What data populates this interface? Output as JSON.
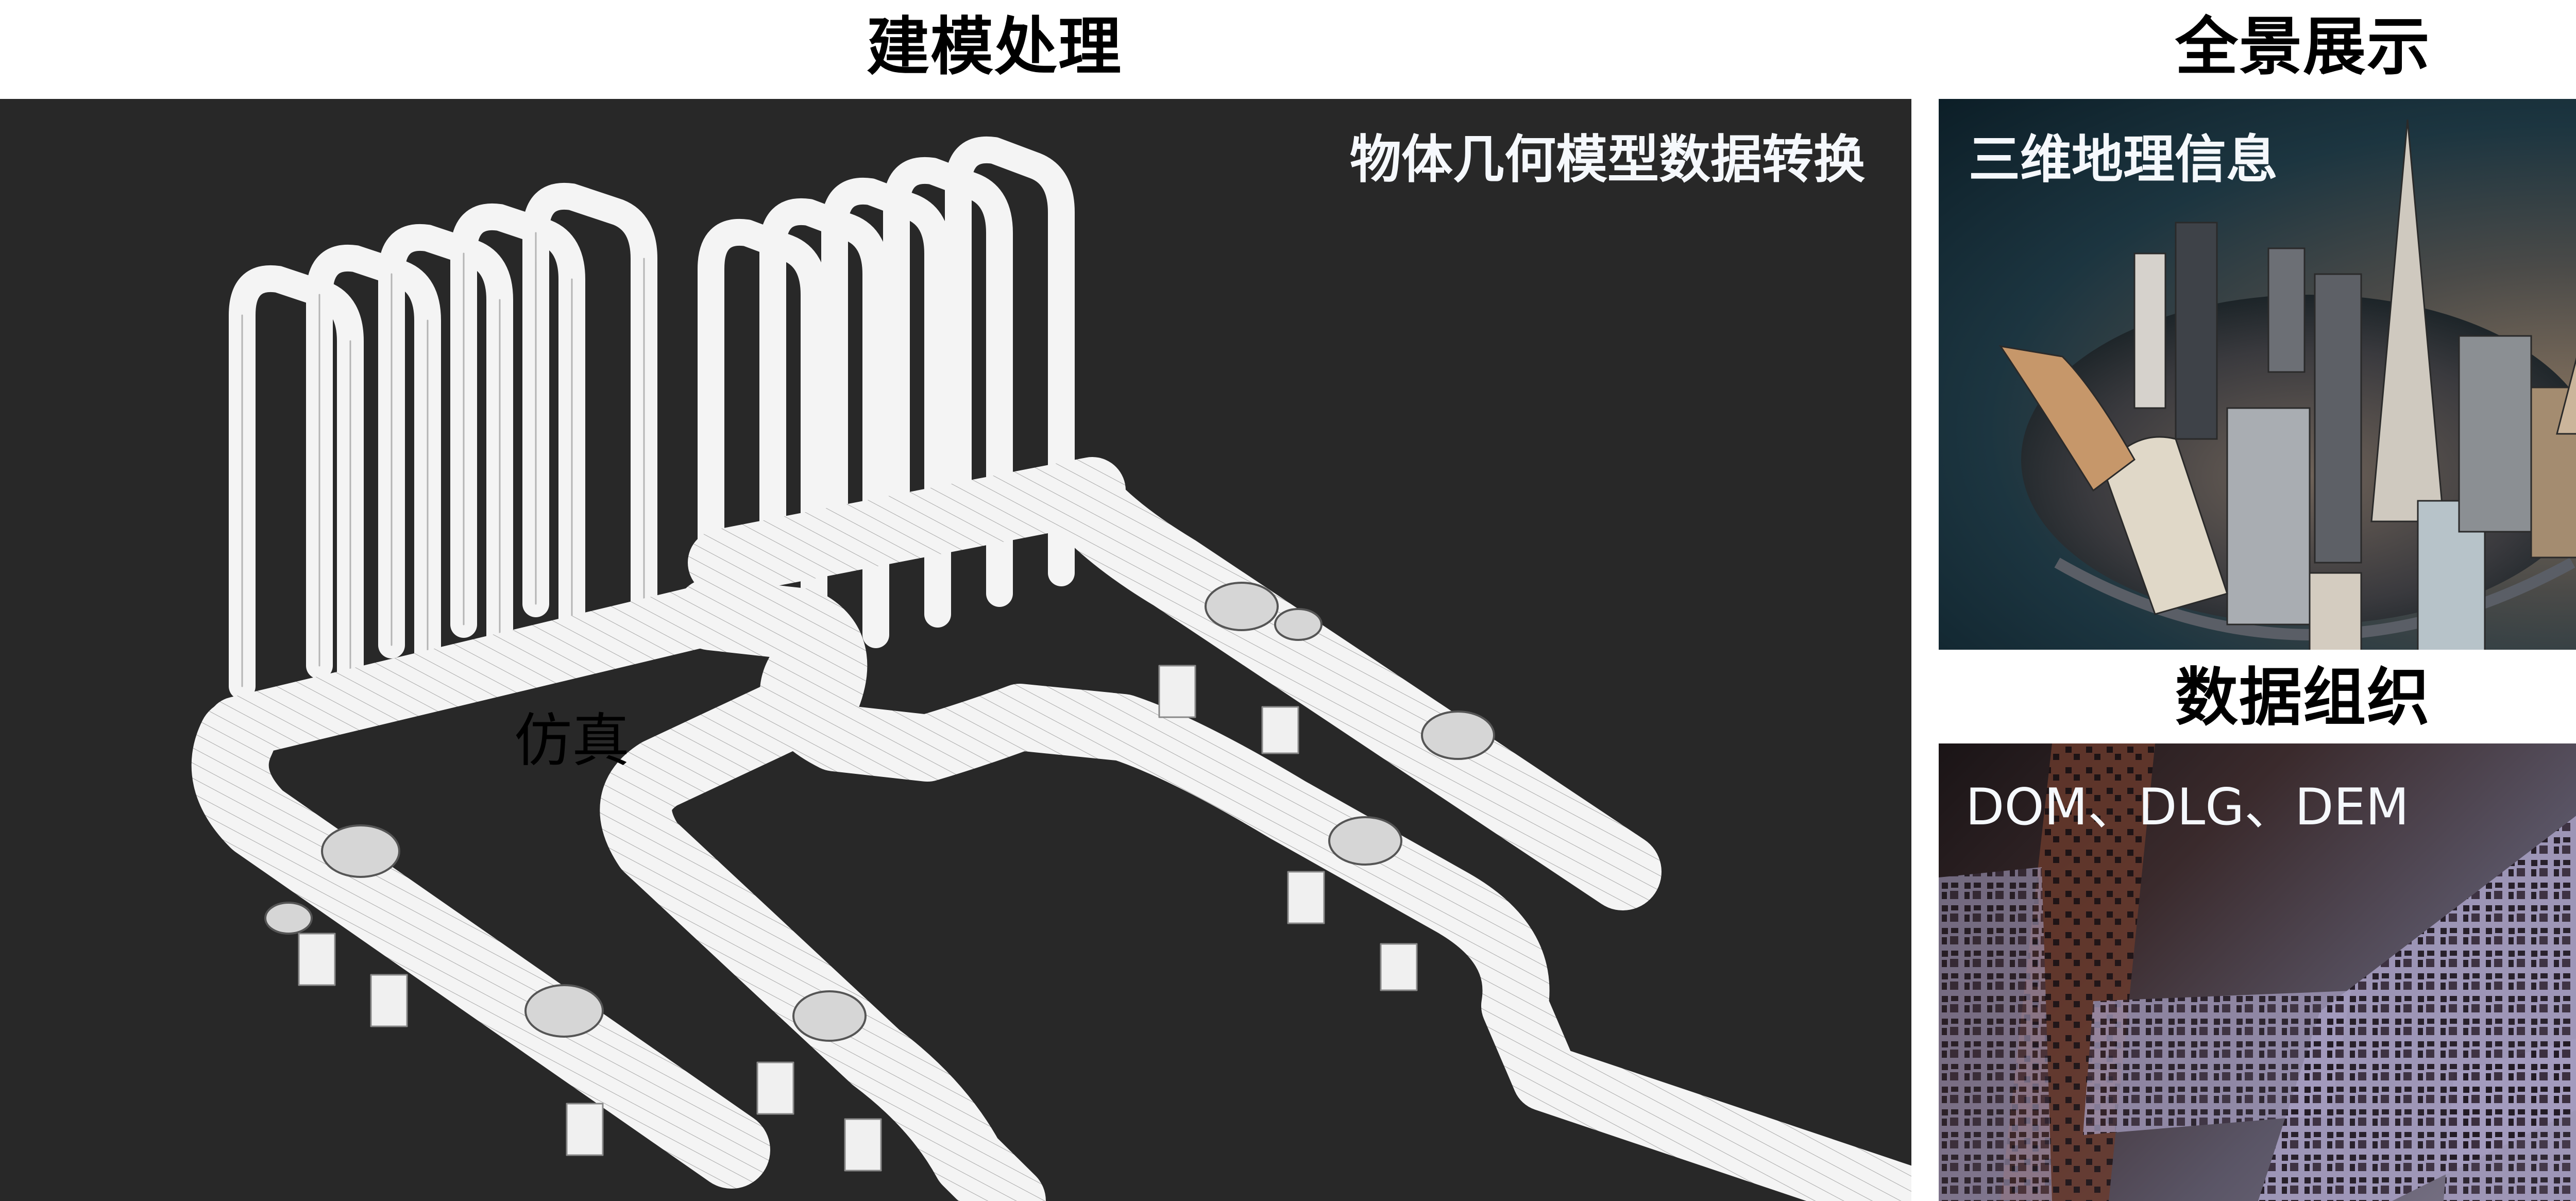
{
  "headings": {
    "modeling": "建模处理",
    "panorama": "全景展示",
    "data_org": "数据组织"
  },
  "panels": {
    "pipe_model": {
      "overlay_label": "物体几何模型数据转换",
      "sim_label": "仿真",
      "image_description": "white wireframe 3D pipeline model with valves on dark background",
      "background_color": "#282828",
      "pipe_color": "#f4f4f4",
      "wire_color": "#9a9a9a"
    },
    "city": {
      "overlay_label": "三维地理信息",
      "image_description": "stylized spherical 3D city with skyscrapers",
      "bg_dark": "#0f2a35",
      "bg_warm": "#8a7560"
    },
    "fractal": {
      "overlay_label": "DOM、DLG、DEM",
      "image_description": "3D fractal block structure (data organization)",
      "tone_purple": "#9c93b8",
      "tone_brown": "#5a2e22"
    }
  },
  "label_color": "#f5f8fc"
}
